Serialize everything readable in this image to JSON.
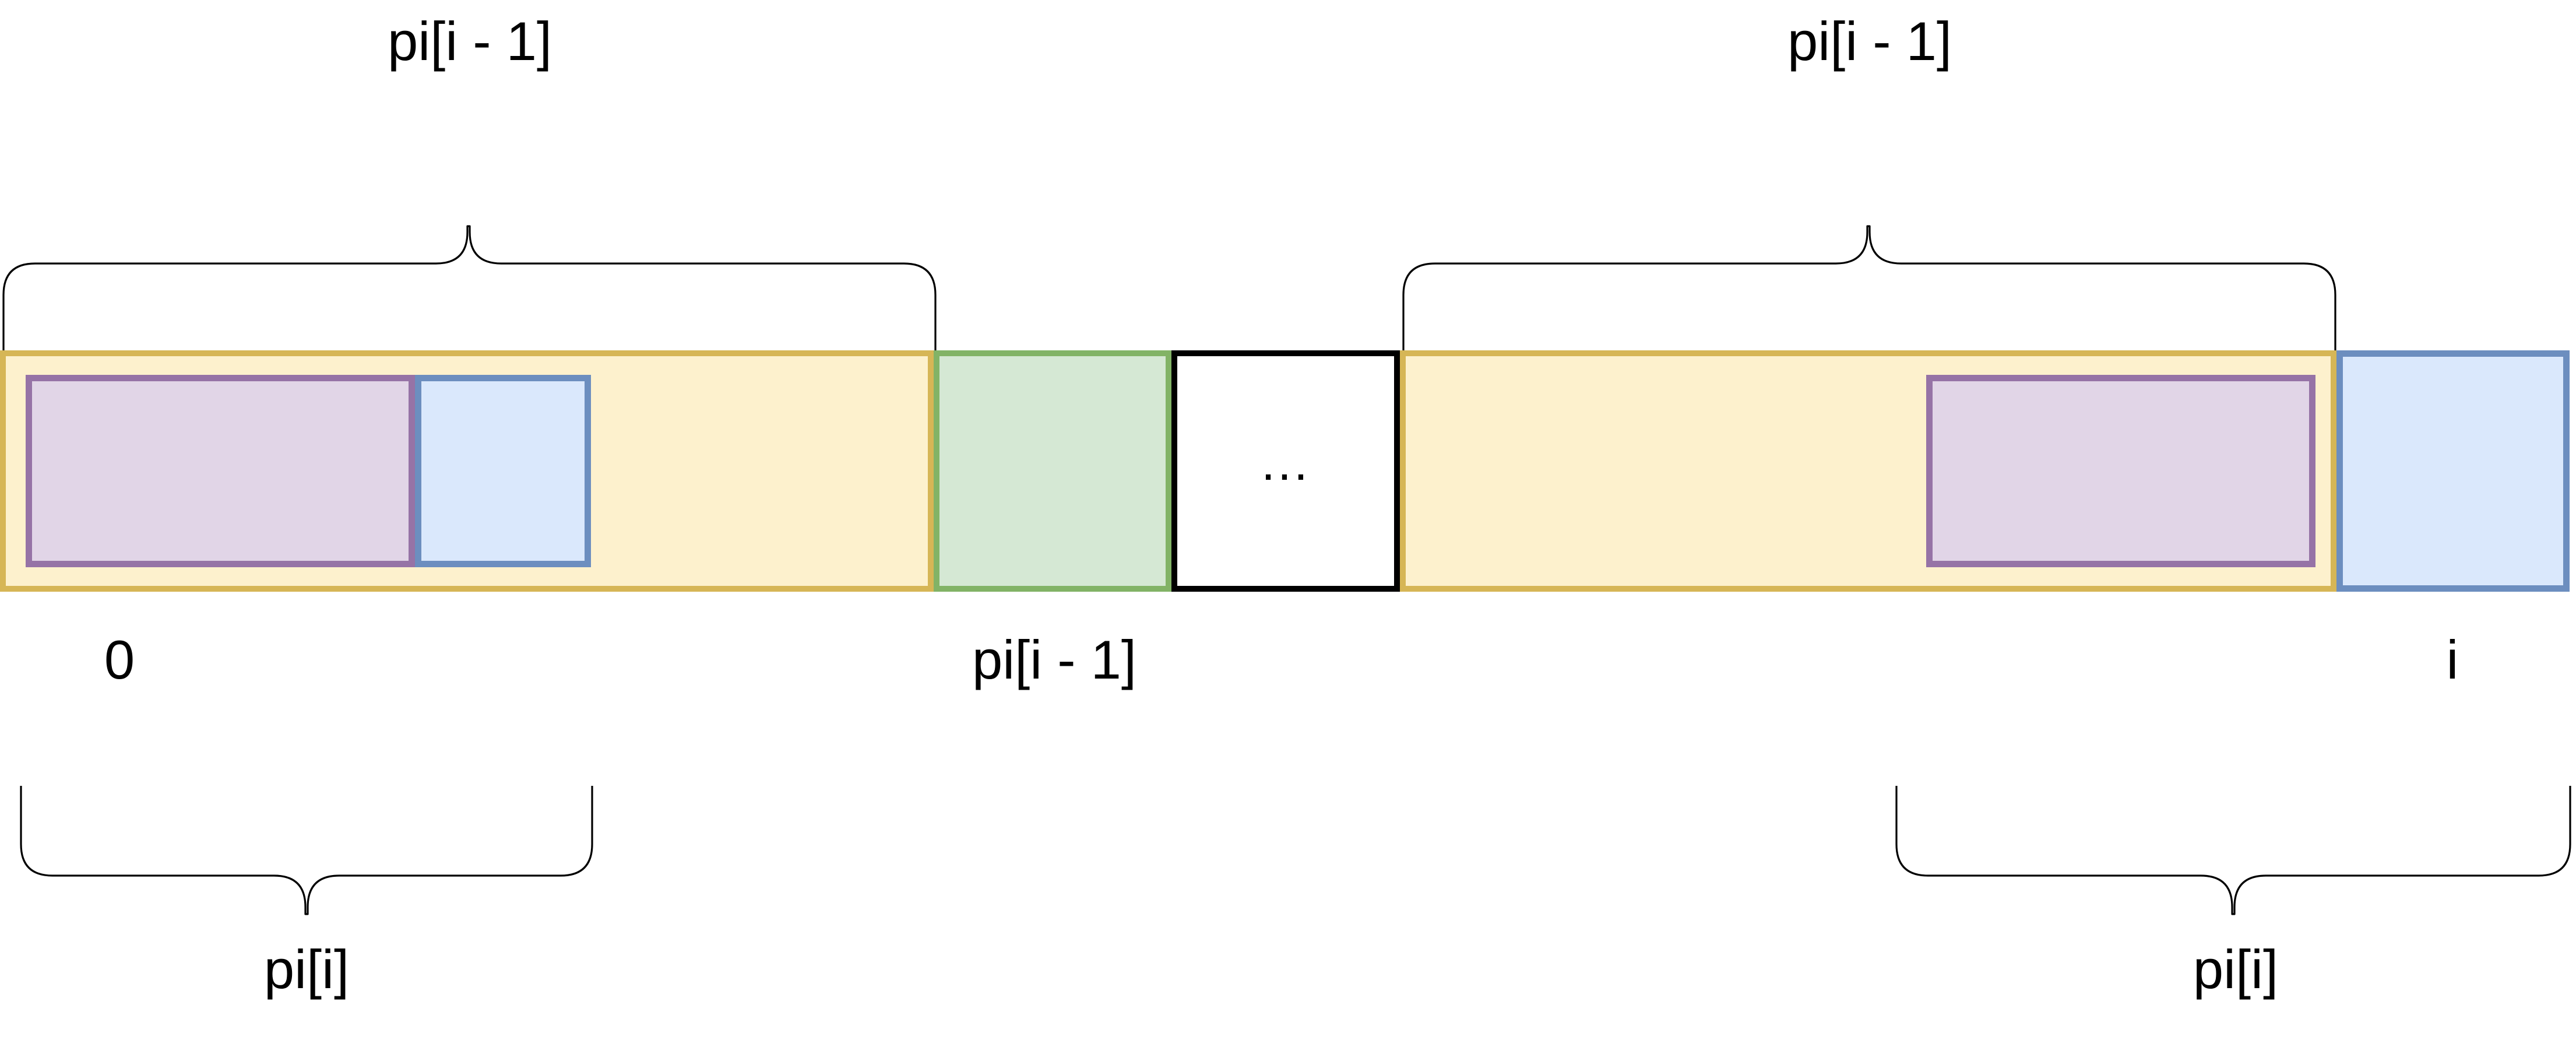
{
  "diagram": {
    "title": "KMP prefix function pi[i] overlap illustration",
    "colors": {
      "yellow_fill": "#fdf1cd",
      "yellow_border": "#d6b656",
      "green_fill": "#d5e8d4",
      "green_border": "#82b366",
      "purple_fill": "#e1d5e7",
      "purple_border": "#9673a6",
      "blue_fill": "#dae8fc",
      "blue_border": "#6c8ebf",
      "white_fill": "#ffffff",
      "black_border": "#000000",
      "text": "#000000",
      "background": "#ffffff"
    },
    "braces": {
      "top_left": {
        "label": "pi[i - 1]"
      },
      "top_right": {
        "label": "pi[i - 1]"
      },
      "bottom_left": {
        "label": "pi[i]"
      },
      "bottom_right": {
        "label": "pi[i]"
      }
    },
    "axis_labels": {
      "start": "0",
      "middle": "pi[i - 1]",
      "end": "i"
    },
    "segments": {
      "ellipsis": "...",
      "yellow_left_name": "prefix-span-yellow",
      "green_name": "boundary-cell-green",
      "white_name": "ellipsis-cell-white",
      "yellow_right_name": "suffix-span-yellow",
      "blue_tail_name": "current-char-blue"
    }
  }
}
